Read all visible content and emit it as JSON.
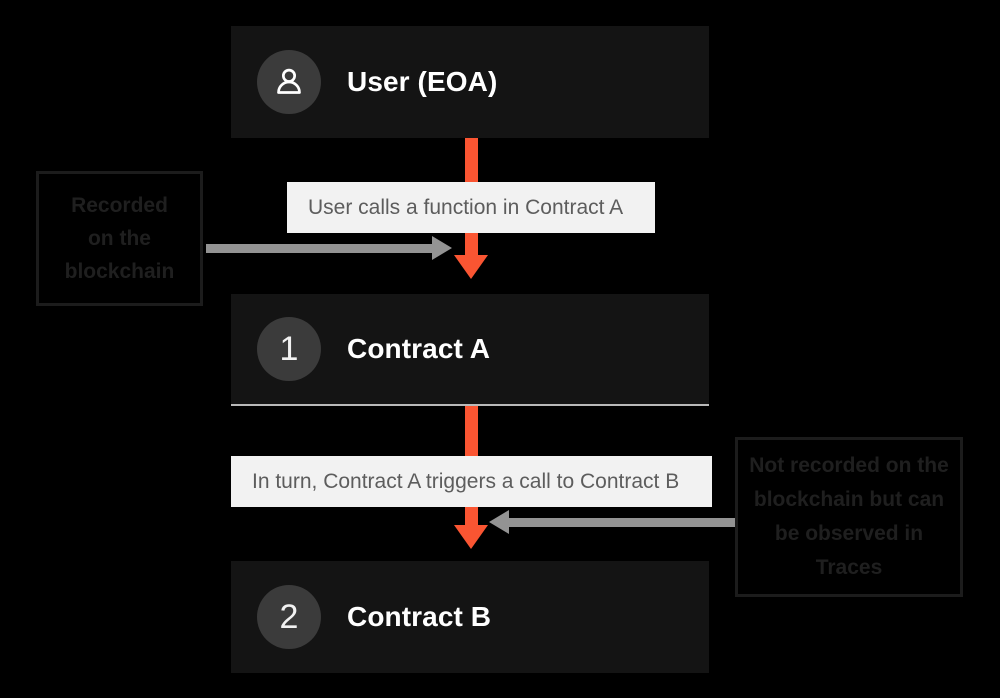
{
  "diagram": {
    "background_color": "#000000",
    "accent_color": "#fa5532",
    "node_color": "#141414",
    "caption_color": "#f2f2f2",
    "connector_gray": "#939393",
    "nodes": [
      {
        "id": "user",
        "badge": "user-icon",
        "label": "User (EOA)"
      },
      {
        "id": "contract-a",
        "badge": "1",
        "label": "Contract A"
      },
      {
        "id": "contract-b",
        "badge": "2",
        "label": "Contract B"
      }
    ],
    "captions": [
      {
        "id": "caption-1",
        "text": "User calls a function in Contract A"
      },
      {
        "id": "caption-2",
        "text": "In turn, Contract A triggers a call to Contract B"
      }
    ],
    "annotations": [
      {
        "id": "annot-left",
        "line1": "Recorded",
        "line2": "on the",
        "line3": "blockchain",
        "text": "Recorded on the blockchain"
      },
      {
        "id": "annot-right",
        "line1": "Not recorded on the",
        "line2": "blockchain but can",
        "line3": "be observed in",
        "line4": "Traces",
        "text": "Not recorded on the blockchain but can be observed in Traces"
      }
    ]
  }
}
